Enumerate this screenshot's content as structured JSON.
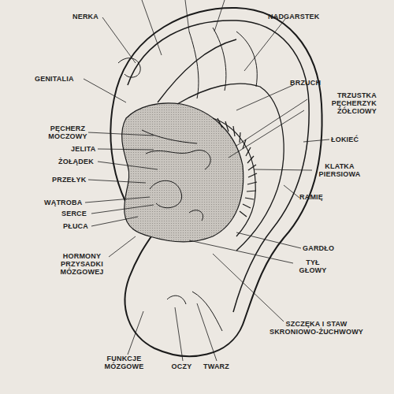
{
  "diagram": {
    "labels": [
      "NERKA",
      "NADGARSTEK",
      "GENITALIA",
      "BRZUCH",
      "TRZUSTKA PĘCHERZYK ŻÓŁCIOWY",
      "PĘCHERZ MOCZOWY",
      "ŁOKIEĆ",
      "JELITA",
      "ŻOŁĄDEK",
      "KLATKA PIERSIOWA",
      "PRZEŁYK",
      "RAMIĘ",
      "WĄTROBA",
      "SERCE",
      "PŁUCA",
      "GARDŁO",
      "HORMONY PRZYSADKI MÓZGOWEJ",
      "TYŁ GŁOWY",
      "SZCZĘKA I STAW SKRONIOWO-ŻUCHWOWY",
      "FUNKCJE MÓZGOWE",
      "OCZY",
      "TWARZ"
    ]
  }
}
